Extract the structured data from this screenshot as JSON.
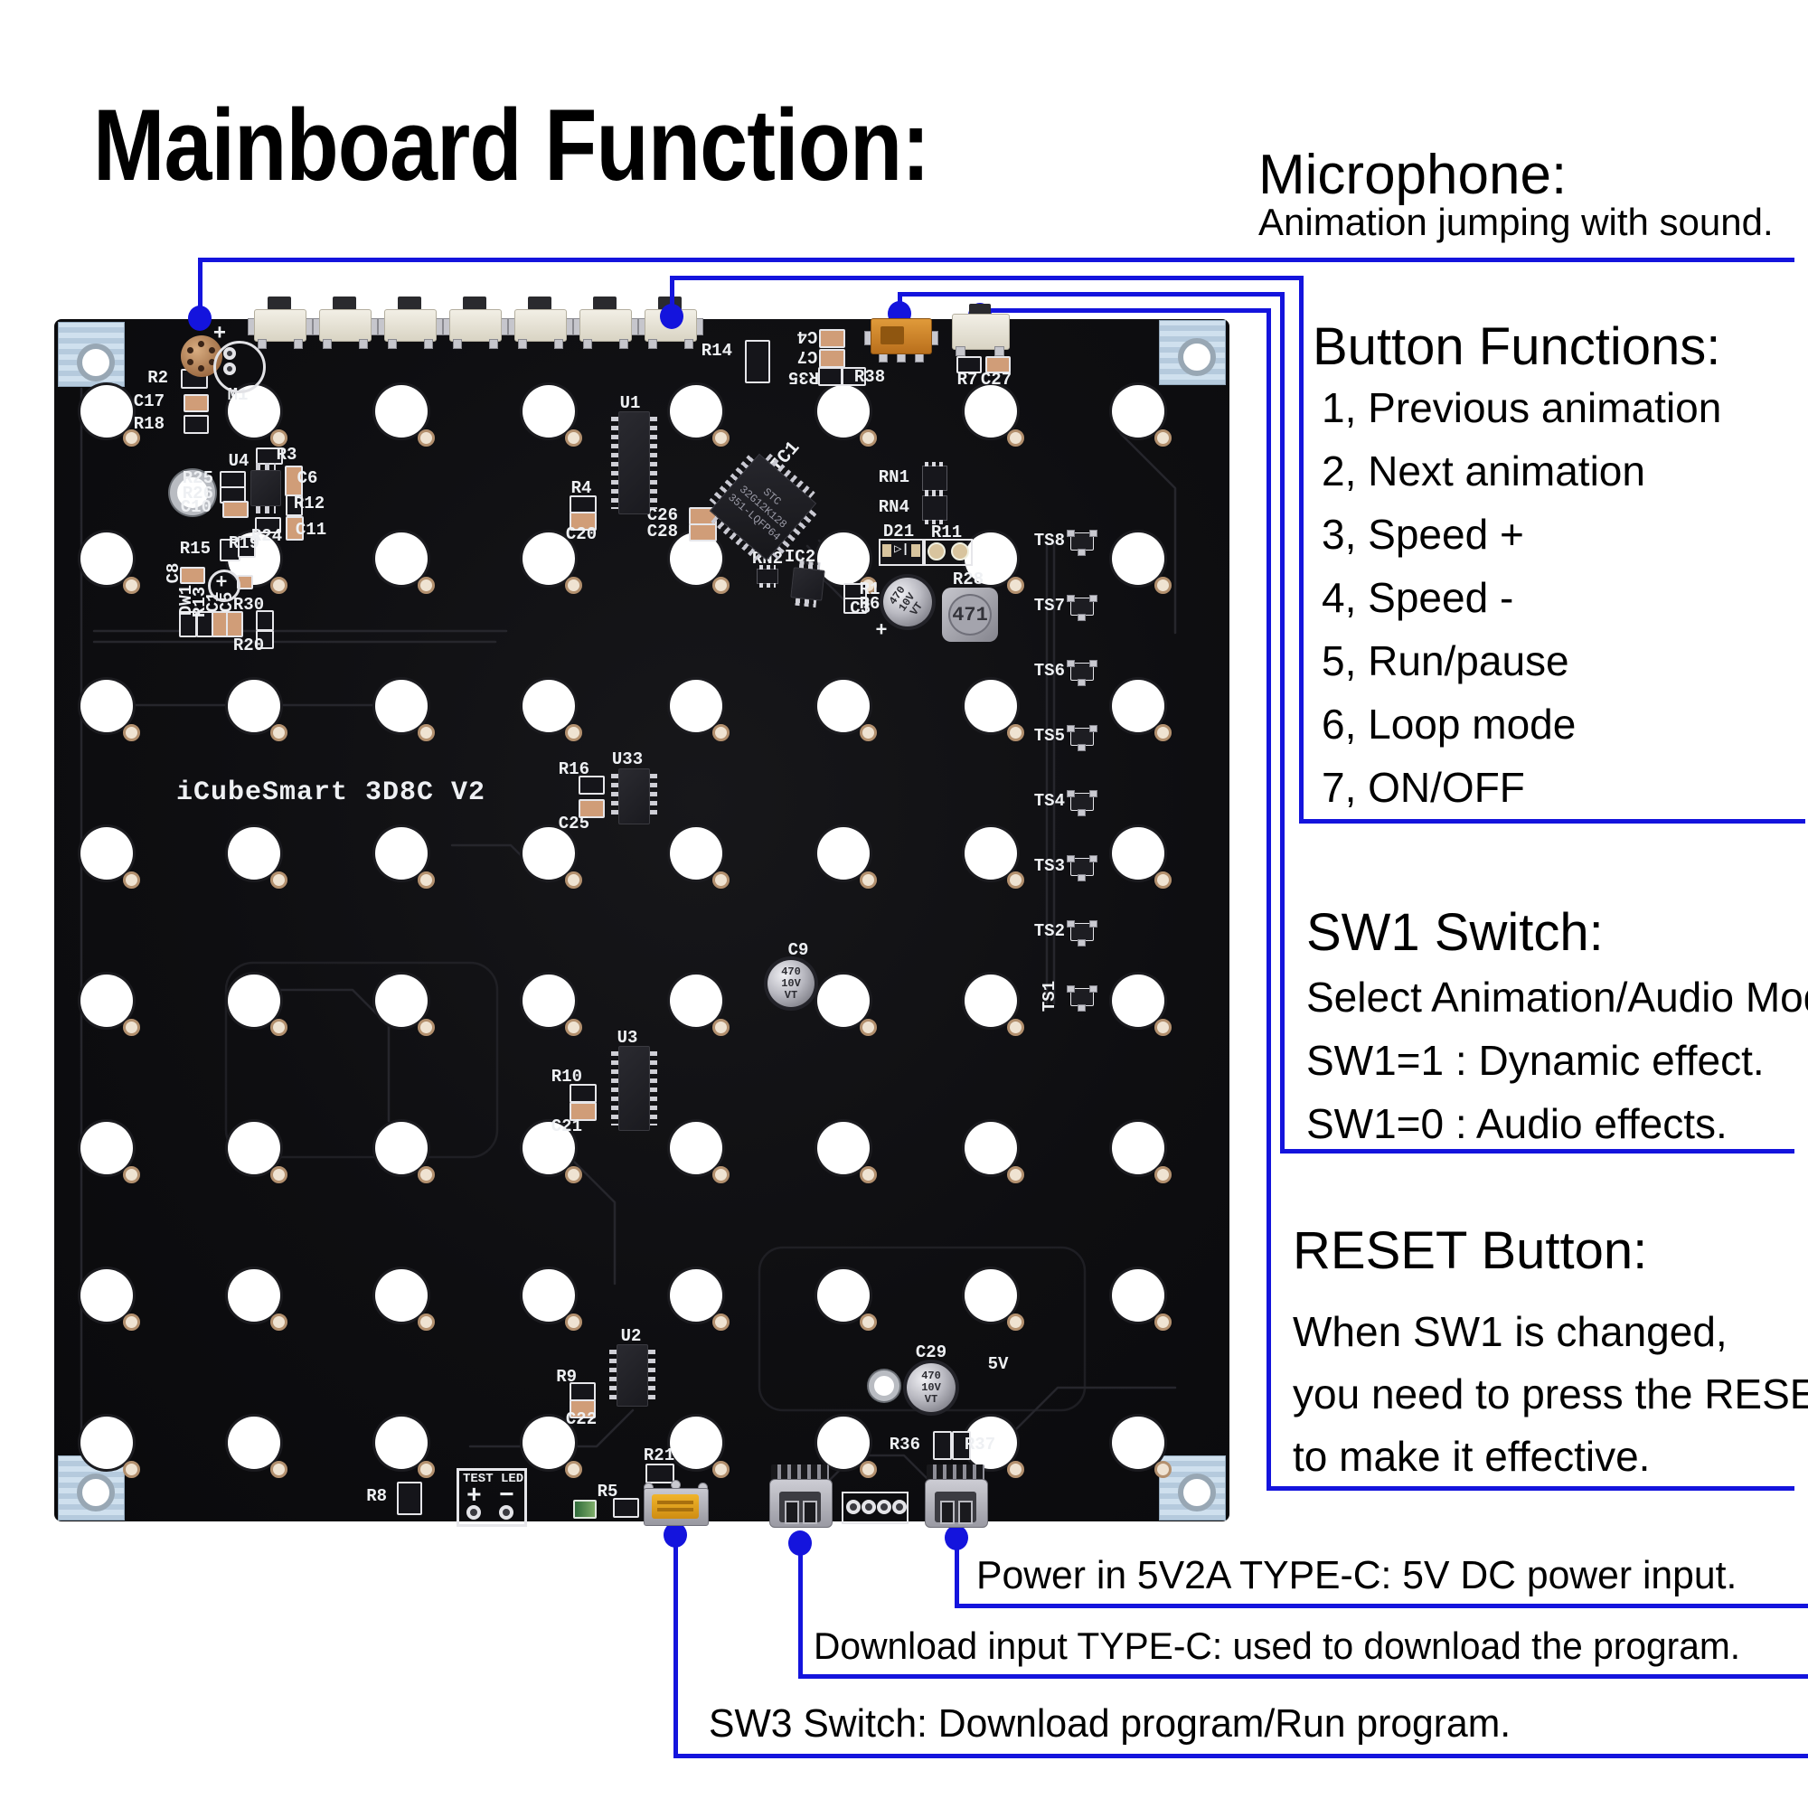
{
  "title": "Mainboard Function:",
  "colors": {
    "accent": "#1414dd",
    "board": "#0e0e11",
    "bracket": "#bdd3e6",
    "silkscreen": "#eef0f3"
  },
  "panels": {
    "microphone": {
      "heading": "Microphone:",
      "body": "Animation jumping with sound."
    },
    "button_functions": {
      "heading": "Button Functions:",
      "items": [
        "1, Previous animation",
        "2, Next animation",
        "3, Speed +",
        "4, Speed -",
        "5, Run/pause",
        "6, Loop mode",
        "7, ON/OFF"
      ]
    },
    "sw1": {
      "heading": "SW1 Switch:",
      "lines": [
        "Select Animation/Audio Mode.",
        "SW1=1 : Dynamic effect.",
        "SW1=0 : Audio effects."
      ]
    },
    "reset": {
      "heading": "RESET Button:",
      "lines": [
        "When SW1 is changed,",
        "you need to press the RESET",
        "to make it effective."
      ]
    }
  },
  "callouts": {
    "power": "Power in 5V2A TYPE-C: 5V DC power input.",
    "download": "Download input TYPE-C: used to download the program.",
    "sw3": "SW3 Switch: Download program/Run program."
  },
  "board": {
    "silk_title": "iCubeSmart 3D8C V2",
    "test_led": {
      "label": "TEST LED",
      "plus": "+",
      "minus": "−"
    },
    "electrolytic_marking": [
      "470",
      "10V",
      "VT"
    ],
    "inductor_marking": "471",
    "ic1_marking": [
      "STC",
      "32G12K128",
      "351-LQFP64"
    ],
    "ts_labels": [
      "TS8",
      "TS7",
      "TS6",
      "TS5",
      "TS4",
      "TS3",
      "TS2",
      "TS1"
    ],
    "silk_labels": {
      "m1": "M1",
      "m1_plus": "+",
      "r2": "R2",
      "c17": "C17",
      "r18": "R18",
      "u4": "U4",
      "r3": "R3",
      "r25": "R25",
      "r26": "R26",
      "c10": "C10",
      "c6": "C6",
      "r12": "R12",
      "c11": "C11",
      "r24": "R24",
      "r15": "R15",
      "r19": "R19",
      "c8": "C8",
      "dw1": "DW1",
      "r13": "R13",
      "c1": "C1",
      "c5": "C5",
      "r30": "R30",
      "r20": "R20",
      "c13_plus": "+",
      "u1": "U1",
      "r4": "R4",
      "c20": "C20",
      "ic1": "IC1",
      "c26": "C26",
      "c28": "C28",
      "rn2": "RN2",
      "ic2": "IC2",
      "r1": "R1",
      "r6": "R6",
      "r14": "R14",
      "c4": "C4",
      "c7": "C7",
      "r35": "R35",
      "r38": "R38",
      "r7": "R7",
      "c27": "C27",
      "rn1": "RN1",
      "rn4": "RN4",
      "d21": "D21",
      "r11": "R11",
      "r28": "R28",
      "c3": "C3",
      "c3_plus": "+",
      "c9": "C9",
      "u33": "U33",
      "r16": "R16",
      "c25": "C25",
      "u3": "U3",
      "r10": "R10",
      "c21": "C21",
      "u2": "U2",
      "r9": "R9",
      "c22": "C22",
      "c29": "C29",
      "v5": "5V",
      "r36": "R36",
      "r37": "R37",
      "r8": "R8",
      "r5": "R5",
      "r21": "R21"
    }
  }
}
